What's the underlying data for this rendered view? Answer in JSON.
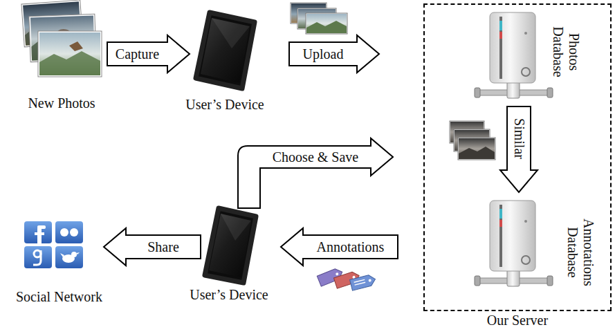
{
  "diagram": {
    "nodes": [
      {
        "text": [
          "New Photos"
        ]
      },
      {
        "text": [
          "User’s Device"
        ]
      },
      {
        "text": [
          "Our Server"
        ]
      },
      {
        "text": [
          "Photos Database"
        ],
        "in": 2
      },
      {
        "text": [
          "Annotations Database"
        ],
        "in": 2
      },
      {
        "text": [
          "User’s Device"
        ]
      },
      {
        "text": [
          "Social Network"
        ]
      }
    ],
    "edges": [
      {
        "from": 0,
        "to": 1,
        "label": "Capture",
        "arrow": "to"
      },
      {
        "from": 1,
        "to": 3,
        "label": "Upload",
        "arrow": "to"
      },
      {
        "from": 3,
        "to": 4,
        "label": "Similar",
        "arrow": "to"
      },
      {
        "from": 4,
        "to": 5,
        "label": "Annotations",
        "arrow": "to"
      },
      {
        "from": 5,
        "to": 2,
        "label": "Choose & Save",
        "arrow": "to"
      },
      {
        "from": 5,
        "to": 6,
        "label": "Share",
        "arrow": "to"
      }
    ]
  }
}
